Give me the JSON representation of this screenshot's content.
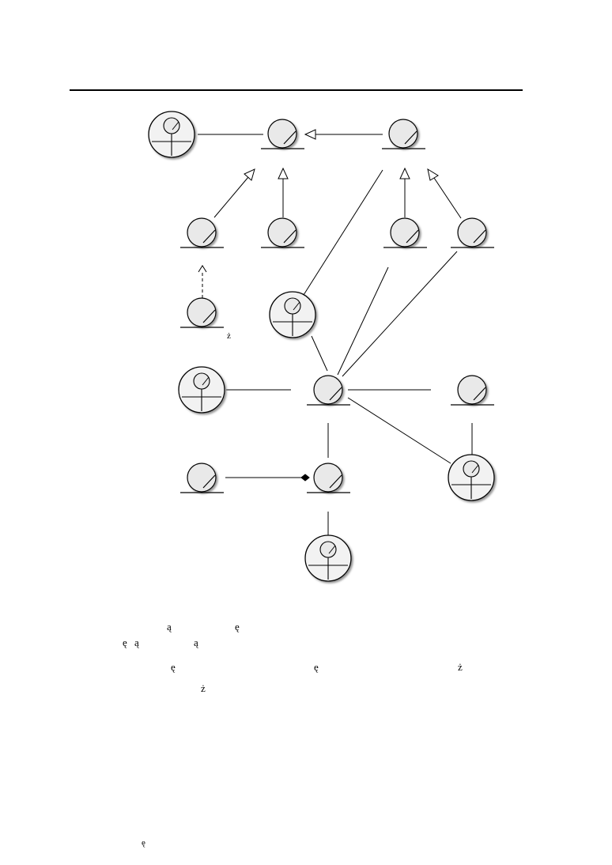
{
  "diagram": {
    "nodes": [
      {
        "id": "actor-top-left",
        "kind": "actor"
      },
      {
        "id": "entity-top-center",
        "kind": "entity"
      },
      {
        "id": "entity-top-right",
        "kind": "entity"
      },
      {
        "id": "entity-row2-1",
        "kind": "entity"
      },
      {
        "id": "entity-row2-2",
        "kind": "entity"
      },
      {
        "id": "entity-row2-3",
        "kind": "entity"
      },
      {
        "id": "entity-row2-4",
        "kind": "entity"
      },
      {
        "id": "entity-row3-left",
        "kind": "entity"
      },
      {
        "id": "actor-middle",
        "kind": "actor"
      },
      {
        "id": "actor-left",
        "kind": "actor"
      },
      {
        "id": "entity-center",
        "kind": "entity"
      },
      {
        "id": "entity-right",
        "kind": "entity"
      },
      {
        "id": "entity-lower-left",
        "kind": "entity"
      },
      {
        "id": "entity-lower-center",
        "kind": "entity"
      },
      {
        "id": "actor-lower-right",
        "kind": "actor"
      },
      {
        "id": "actor-bottom",
        "kind": "actor"
      }
    ],
    "edges": [
      {
        "from": "actor-top-left",
        "to": "entity-top-center",
        "type": "association"
      },
      {
        "from": "entity-top-right",
        "to": "entity-top-center",
        "type": "generalization"
      },
      {
        "from": "entity-row2-1",
        "to": "entity-top-center",
        "type": "generalization"
      },
      {
        "from": "entity-row2-2",
        "to": "entity-top-center",
        "type": "generalization"
      },
      {
        "from": "entity-row2-3",
        "to": "entity-top-right",
        "type": "generalization"
      },
      {
        "from": "entity-row2-4",
        "to": "entity-top-right",
        "type": "generalization"
      },
      {
        "from": "entity-row3-left",
        "to": "entity-row2-1",
        "type": "dependency"
      },
      {
        "from": "entity-top-right",
        "to": "actor-middle",
        "type": "association"
      },
      {
        "from": "actor-middle",
        "to": "entity-center",
        "type": "association"
      },
      {
        "from": "entity-row2-3",
        "to": "entity-center",
        "type": "association"
      },
      {
        "from": "entity-row2-4",
        "to": "entity-center",
        "type": "association"
      },
      {
        "from": "actor-left",
        "to": "entity-center",
        "type": "association"
      },
      {
        "from": "entity-center",
        "to": "entity-right",
        "type": "association"
      },
      {
        "from": "entity-center",
        "to": "actor-lower-right",
        "type": "association"
      },
      {
        "from": "entity-right",
        "to": "actor-lower-right",
        "type": "association"
      },
      {
        "from": "entity-center",
        "to": "entity-lower-center",
        "type": "association"
      },
      {
        "from": "entity-lower-left",
        "to": "entity-lower-center",
        "type": "composition"
      },
      {
        "from": "entity-lower-center",
        "to": "actor-bottom",
        "type": "association"
      }
    ],
    "node_label_fragment": "ż"
  },
  "caption": {
    "line1": [
      "ą",
      "ę"
    ],
    "line2": [
      "ę",
      "ą",
      "ą"
    ],
    "line3": [
      "ę",
      "ę",
      "ż"
    ],
    "line4": [
      "ż"
    ]
  },
  "footer": {
    "fragment": "ę"
  }
}
